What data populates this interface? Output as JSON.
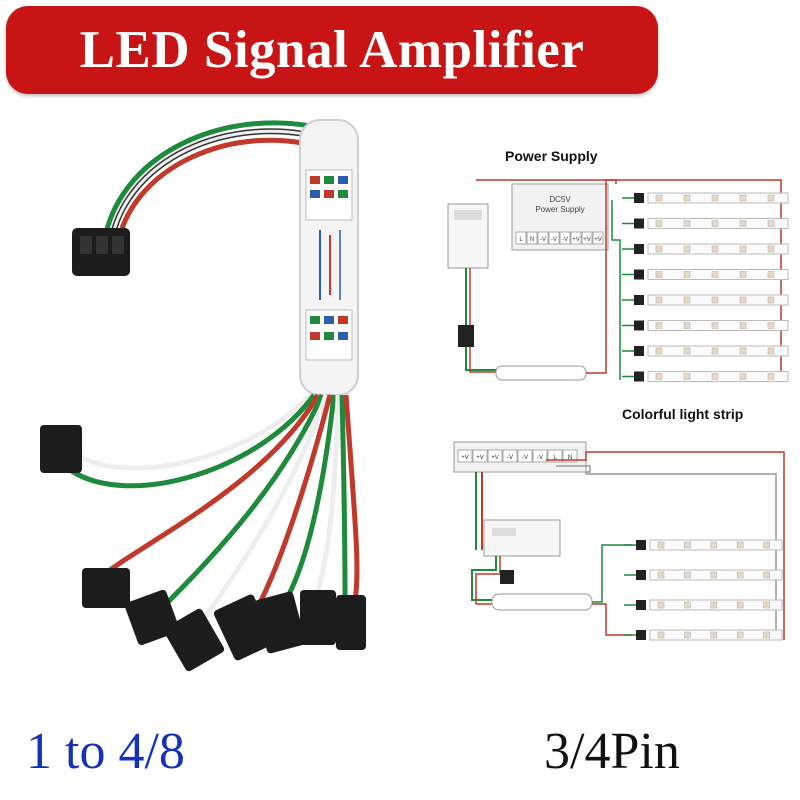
{
  "title": "LED Signal Amplifier",
  "captions": {
    "power_supply": "Power Supply",
    "colorful_light_strip": "Colorful light strip"
  },
  "power_supply_box": {
    "voltage": "DC5V",
    "label": "Power Supply",
    "terminals": [
      "L",
      "N",
      "-V",
      "-V",
      "-V",
      "+V",
      "+V",
      "+V"
    ]
  },
  "bottom_supply_terminals": [
    "+V",
    "+V",
    "+V",
    "-V",
    "-V",
    "-V",
    "L",
    "N"
  ],
  "footer": {
    "ratio": "1 to 4/8",
    "pins": "3/4Pin"
  },
  "colors": {
    "banner_red": "#c81414",
    "ratio_blue": "#1433b8",
    "wire_red": "#c0392b",
    "wire_green": "#1e8a3c",
    "wire_white": "#eeeeee"
  }
}
